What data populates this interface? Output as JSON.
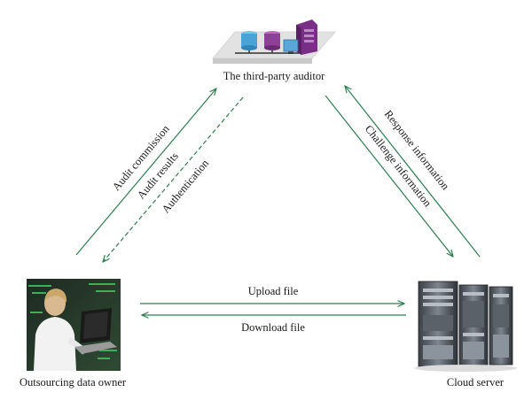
{
  "nodes": {
    "auditor": {
      "label": "The third-party auditor",
      "icon": "auditor-servers-icon"
    },
    "owner": {
      "label": "Outsourcing data owner",
      "icon": "data-owner-photo-icon"
    },
    "cloud": {
      "label": "Cloud server",
      "icon": "cloud-server-rack-icon"
    }
  },
  "flows": {
    "audit_commission": "Audit commission",
    "audit_results": "Audit results",
    "authentication": "Authentication",
    "response_information": "Response information",
    "challenge_information": "Challenge information",
    "upload_file": "Upload file",
    "download_file": "Download file"
  },
  "colors": {
    "arrow": "#2e7d4f",
    "text": "#1a1a1a"
  }
}
